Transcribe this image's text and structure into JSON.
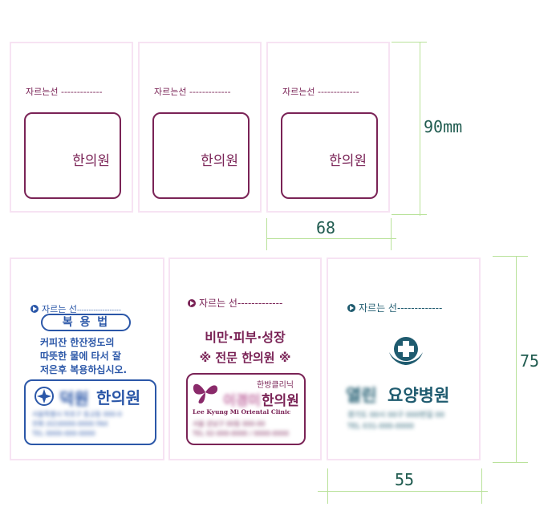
{
  "cut_line": {
    "label": "자르는선",
    "dashes": "-------------"
  },
  "bag_brand": "한의원",
  "dimensions": {
    "height_top": "90mm",
    "width_top": "68",
    "height_bottom": "75",
    "width_bottom": "55"
  },
  "card4": {
    "cut_label": "자르는 선",
    "cut_dashes": "-------------------",
    "title": "복 용 법",
    "instructions": [
      "커피잔 한잔정도의",
      "따뜻한 물에 타서 잘",
      "저은후 복용하십시오."
    ],
    "clinic_name": "한의원",
    "clinic_blurred": "덕원",
    "info_blurred": [
      "서울특별시 마포구 동교동 000-0",
      "전화 (02)0000-0000 FAX",
      "TEL 0000-000-0000"
    ]
  },
  "card5": {
    "cut_label": "자르는 선",
    "cut_dashes": "-------------",
    "headline": "비만·피부·성장",
    "subhead": "※ 전문 한의원 ※",
    "clinic_type": "한방클리닉",
    "clinic_name": "한의원",
    "clinic_blurred": "이경미",
    "english_name": "Lee Kyung Mi Oriental Clinic",
    "info_blurred": [
      "서울 강남구 00동 000-00",
      "TEL 02-000-0000 / 0000-0000"
    ]
  },
  "card6": {
    "cut_label": "자르는 선",
    "cut_dashes": "-------------",
    "clinic_name": "요양병원",
    "clinic_blurred": "열린",
    "info_blurred": [
      "경기도 00시 00구 000번길 00",
      "TEL 031-000-0000"
    ]
  },
  "colors": {
    "maroon": "#7a2356",
    "blue": "#2b57a8",
    "teal": "#1f5b6f",
    "border": "#f7e3f3",
    "dim_line": "#b9e29a"
  }
}
